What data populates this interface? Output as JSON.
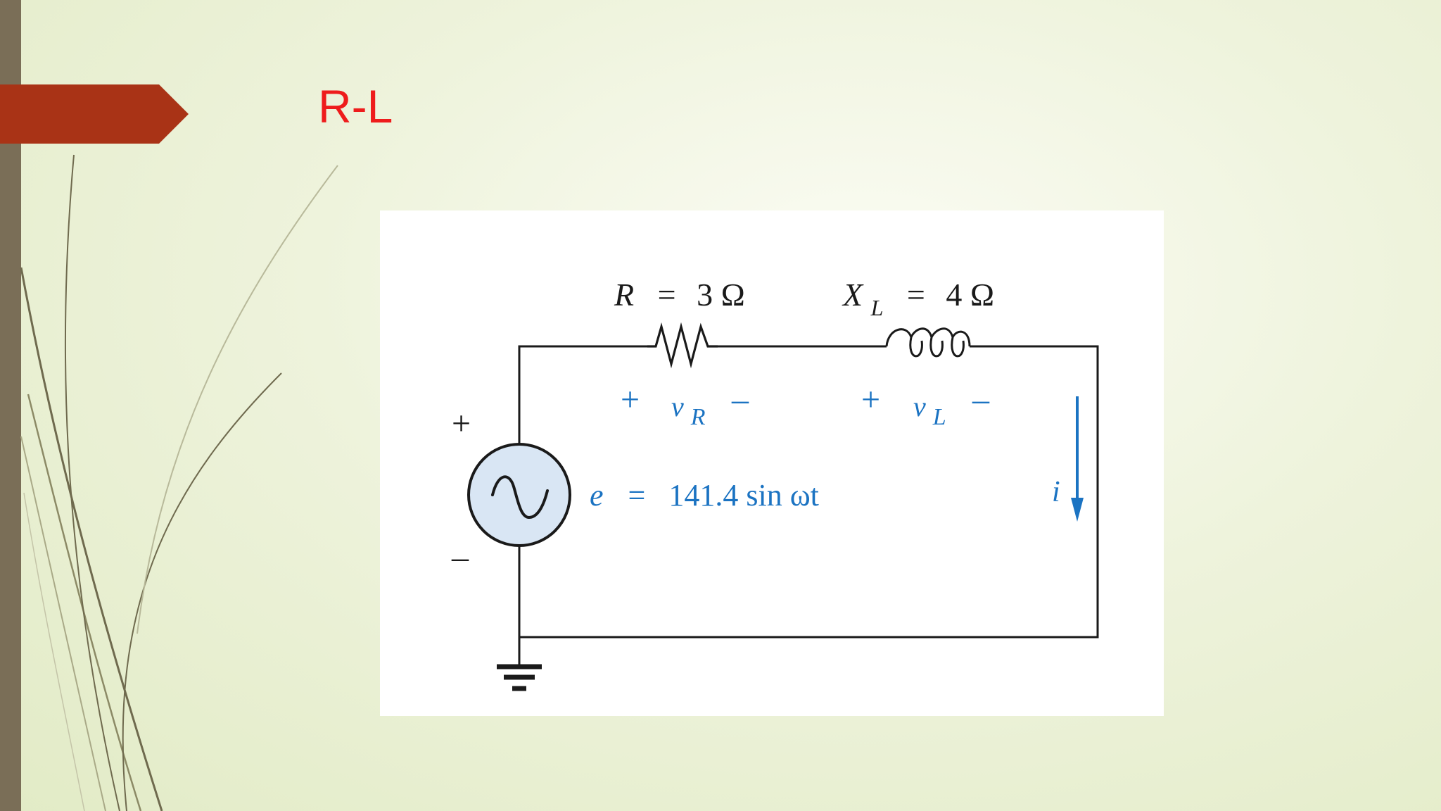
{
  "slide": {
    "title": "R-L"
  },
  "colors": {
    "title": "#ee1c1c",
    "banner": "#a93316",
    "left_bar": "#7a6e57",
    "wire": "#1a1a1a",
    "annotation_blue": "#1b73c2",
    "source_fill": "#d9e6f4"
  },
  "circuit": {
    "resistor": {
      "symbol": "R",
      "equals": "=",
      "value": "3 Ω"
    },
    "inductor": {
      "symbol": "X",
      "subscript": "L",
      "equals": "=",
      "value": "4 Ω"
    },
    "vr": {
      "plus": "+",
      "symbol": "v",
      "subscript": "R",
      "minus": "–"
    },
    "vl": {
      "plus": "+",
      "symbol": "v",
      "subscript": "L",
      "minus": "–"
    },
    "source": {
      "plus": "+",
      "minus": "–",
      "eq_symbol": "e",
      "eq_equals": "=",
      "eq_expression": "141.4 sin ωt"
    },
    "current": {
      "symbol": "i"
    }
  }
}
